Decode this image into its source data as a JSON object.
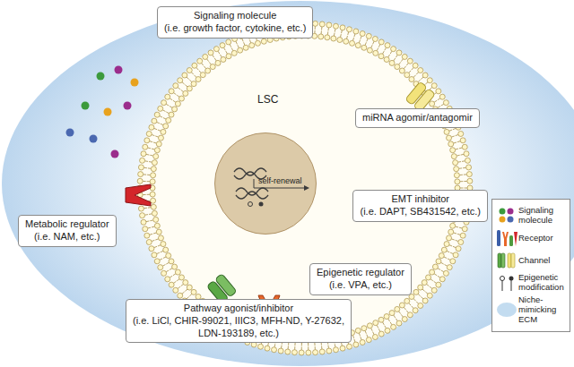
{
  "diagram": {
    "nodes": [
      {
        "text": [
          "Signaling molecule",
          "(i.e. growth factor, cytokine, etc.)"
        ]
      },
      {
        "text": [
          "LSC"
        ]
      },
      {
        "text": [
          "self-renewal"
        ],
        "in": 1
      },
      {
        "text": [
          "miRNA agomir/antagomir"
        ]
      },
      {
        "text": [
          "EMT inhibitor",
          "(i.e. DAPT, SB431542, etc.)"
        ]
      },
      {
        "text": [
          "Metabolic regulator",
          "(i.e. NAM, etc.)"
        ]
      },
      {
        "text": [
          "Epigenetic regulator",
          "(i.e. VPA, etc.)"
        ]
      },
      {
        "text": [
          "Pathway agonist/inhibitor",
          "(i.e. LiCl, CHIR-99021, IIIC3, MFH-ND, Y-27632, LDN-193189, etc.)"
        ]
      }
    ],
    "legend": [
      {
        "text": "Signaling molecule"
      },
      {
        "text": "Receptor"
      },
      {
        "text": "Channel"
      },
      {
        "text": "Epigenetic modification"
      },
      {
        "text": "Niche-mimicking ECM",
        "color": "#c3dcf0"
      }
    ]
  }
}
